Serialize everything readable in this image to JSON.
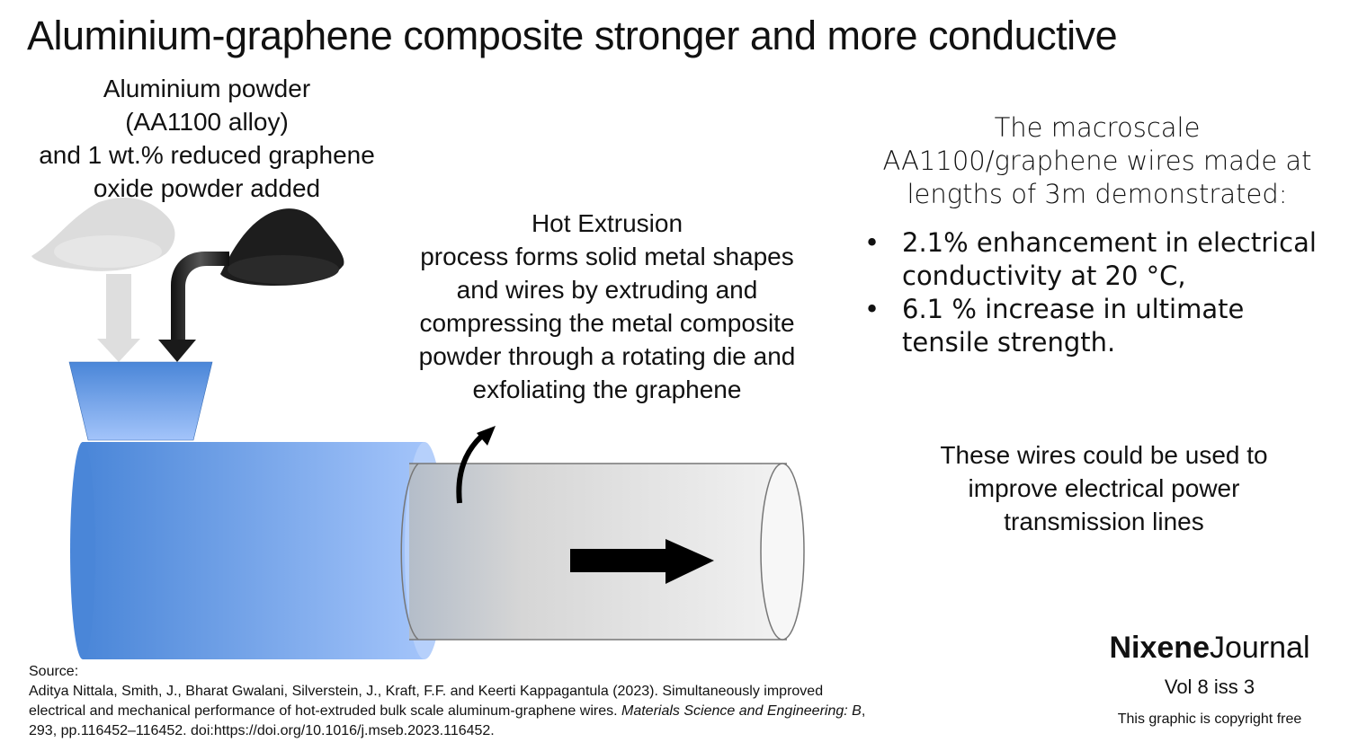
{
  "title": "Aluminium-graphene composite stronger and more conductive",
  "powder_label": {
    "lines": [
      "Aluminium powder",
      "(AA1100 alloy)",
      "and 1 wt.% reduced graphene",
      "oxide powder added"
    ]
  },
  "hot_extrusion": {
    "heading": "Hot Extrusion",
    "lines": [
      "process forms solid metal shapes",
      "and wires by extruding and",
      "compressing the metal composite",
      "powder through a rotating die and",
      "exfoliating the graphene"
    ]
  },
  "results": {
    "intro_lines": [
      "The macroscale",
      "AA1100/graphene wires made at",
      "lengths of 3m demonstrated:"
    ],
    "bullets": [
      {
        "line1": "2.1% enhancement in electrical",
        "line2": "conductivity at 20 °C,"
      },
      {
        "line1": "6.1 % increase in ultimate",
        "line2": "tensile strength."
      }
    ]
  },
  "application": {
    "lines": [
      "These wires could be used to",
      "improve electrical power",
      "transmission lines"
    ]
  },
  "branding": {
    "name_bold": "Nixene",
    "name_regular": "Journal",
    "volume": "Vol 8  iss 3",
    "copyright": "This graphic is copyright free"
  },
  "source": {
    "label": "Source:",
    "line1": "Aditya Nittala, Smith, J., Bharat Gwalani, Silverstein, J., Kraft, F.F. and Keerti Kappagantula (2023). Simultaneously improved",
    "line2_plain": "electrical and mechanical performance of hot-extruded bulk scale aluminum-graphene wires. ",
    "line2_italic": "Materials Science and Engineering: B",
    "line2_end": ",",
    "line3": "293, pp.116452–116452. doi:https://doi.org/10.1016/j.mseb.2023.116452."
  },
  "colors": {
    "hopper_top": "#4a86d8",
    "hopper_bottom": "#9fc2f7",
    "barrel_left": "#4a86d8",
    "barrel_right": "#a3c4fa",
    "wire_left": "#b7c0cc",
    "wire_right": "#f0f0f0",
    "aluminium_powder": "#d8d8d8",
    "graphene_powder": "#1c1c1c"
  }
}
